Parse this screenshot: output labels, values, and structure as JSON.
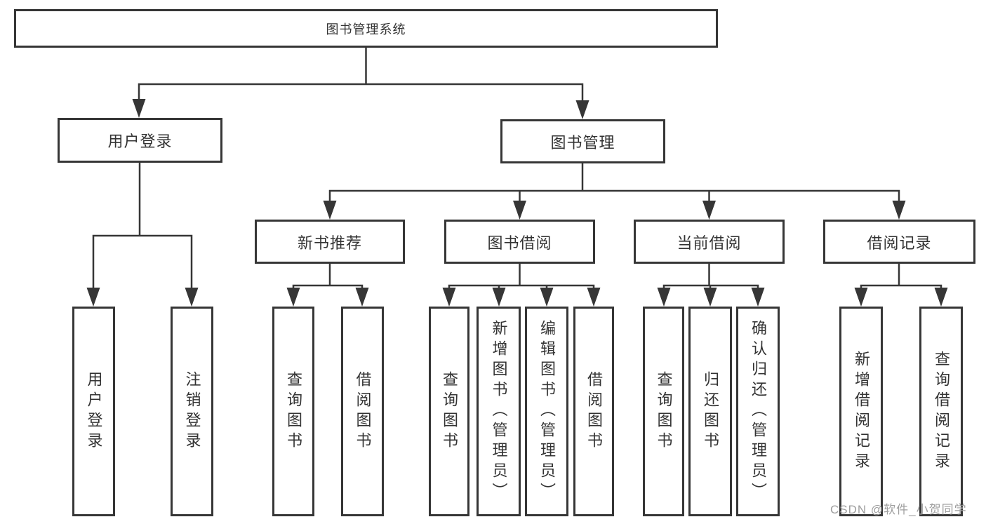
{
  "tree": {
    "label": "图书管理系统",
    "children": [
      {
        "label": "用户登录",
        "children": [
          {
            "label": "用户登录"
          },
          {
            "label": "注销登录"
          }
        ]
      },
      {
        "label": "图书管理",
        "children": [
          {
            "label": "新书推荐",
            "children": [
              {
                "label": "查询图书"
              },
              {
                "label": "借阅图书"
              }
            ]
          },
          {
            "label": "图书借阅",
            "children": [
              {
                "label": "查询图书"
              },
              {
                "label": "新增图书（管理员）"
              },
              {
                "label": "编辑图书（管理员）"
              },
              {
                "label": "借阅图书"
              }
            ]
          },
          {
            "label": "当前借阅",
            "children": [
              {
                "label": "查询图书"
              },
              {
                "label": "归还图书"
              },
              {
                "label": "确认归还（管理员）"
              }
            ]
          },
          {
            "label": "借阅记录",
            "children": [
              {
                "label": "新增借阅记录"
              },
              {
                "label": "查询借阅记录"
              }
            ]
          }
        ]
      }
    ]
  },
  "watermark": {
    "text": "CSDN @软件_小贺同学"
  },
  "colors": {
    "line": "#363636",
    "text": "#333333",
    "watermark": "#9e9e9e",
    "background": "#ffffff"
  }
}
